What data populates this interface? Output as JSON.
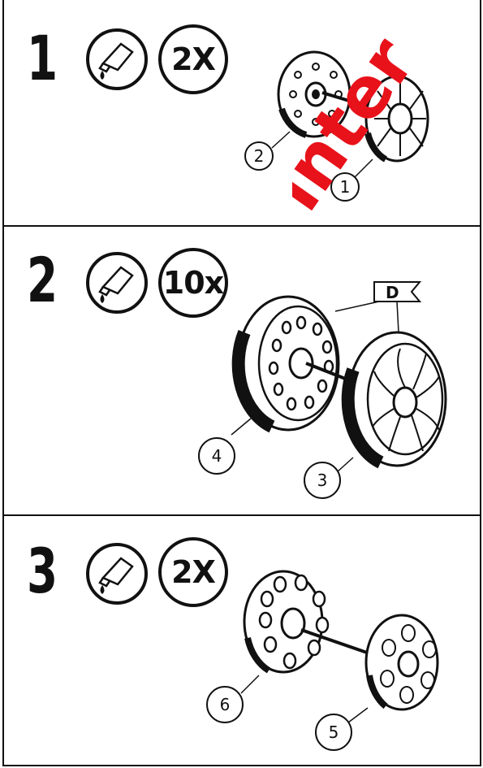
{
  "steps": [
    {
      "number": "1",
      "quantity": "2X",
      "callouts": [
        "2",
        "1"
      ]
    },
    {
      "number": "2",
      "quantity": "10x",
      "callouts": [
        "4",
        "3"
      ],
      "marker": "D"
    },
    {
      "number": "3",
      "quantity": "2X",
      "callouts": [
        "6",
        "5"
      ]
    }
  ],
  "icons": {
    "glue": "glue-tube-icon"
  },
  "watermark": {
    "text": "inter",
    "color": "#e8121a"
  }
}
